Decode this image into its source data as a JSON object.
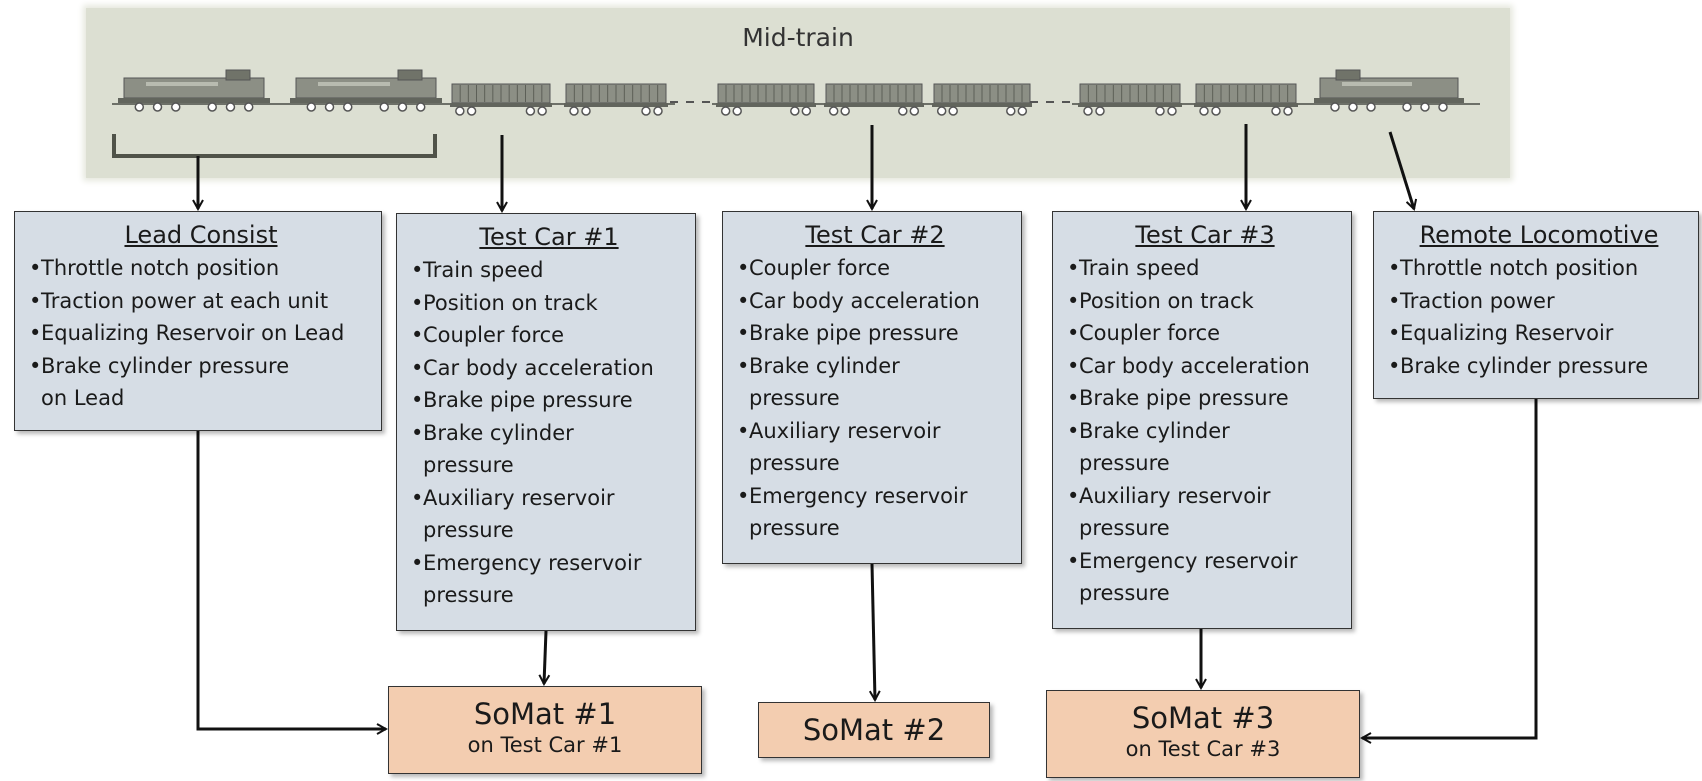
{
  "header": {
    "title": "Mid-train"
  },
  "colors": {
    "band_bg": "#dcdfd2",
    "info_box_bg": "#d6dde5",
    "somat_bg": "#f3cdb0",
    "connector": "#111111",
    "train_fill": "#8c8f85"
  },
  "icons": {
    "locomotive": "locomotive-icon",
    "railcar": "hopper-car-icon"
  },
  "boxes": [
    {
      "title": "Lead Consist",
      "items": [
        "Throttle notch position",
        "Traction power at each unit",
        "Equalizing Reservoir on Lead",
        "Brake cylinder pressure on Lead"
      ]
    },
    {
      "title": "Test Car #1",
      "items": [
        "Train speed",
        "Position on track",
        "Coupler force",
        "Car body acceleration",
        "Brake pipe pressure",
        "Brake cylinder pressure",
        "Auxiliary reservoir pressure",
        "Emergency reservoir pressure"
      ]
    },
    {
      "title": "Test Car #2",
      "items": [
        "Coupler force",
        "Car body acceleration",
        "Brake pipe pressure",
        "Brake cylinder pressure",
        "Auxiliary reservoir pressure",
        "Emergency reservoir pressure"
      ]
    },
    {
      "title": "Test Car #3",
      "items": [
        "Train speed",
        "Position on track",
        "Coupler force",
        "Car body acceleration",
        "Brake pipe pressure",
        "Brake cylinder pressure",
        "Auxiliary reservoir pressure",
        "Emergency reservoir pressure"
      ]
    },
    {
      "title": "Remote Locomotive",
      "items": [
        "Throttle notch position",
        "Traction power",
        "Equalizing Reservoir",
        "Brake cylinder pressure"
      ]
    }
  ],
  "somats": [
    {
      "title": "SoMat #1",
      "subtitle": "on Test Car #1"
    },
    {
      "title": "SoMat #2",
      "subtitle": ""
    },
    {
      "title": "SoMat #3",
      "subtitle": "on Test Car #3"
    }
  ]
}
